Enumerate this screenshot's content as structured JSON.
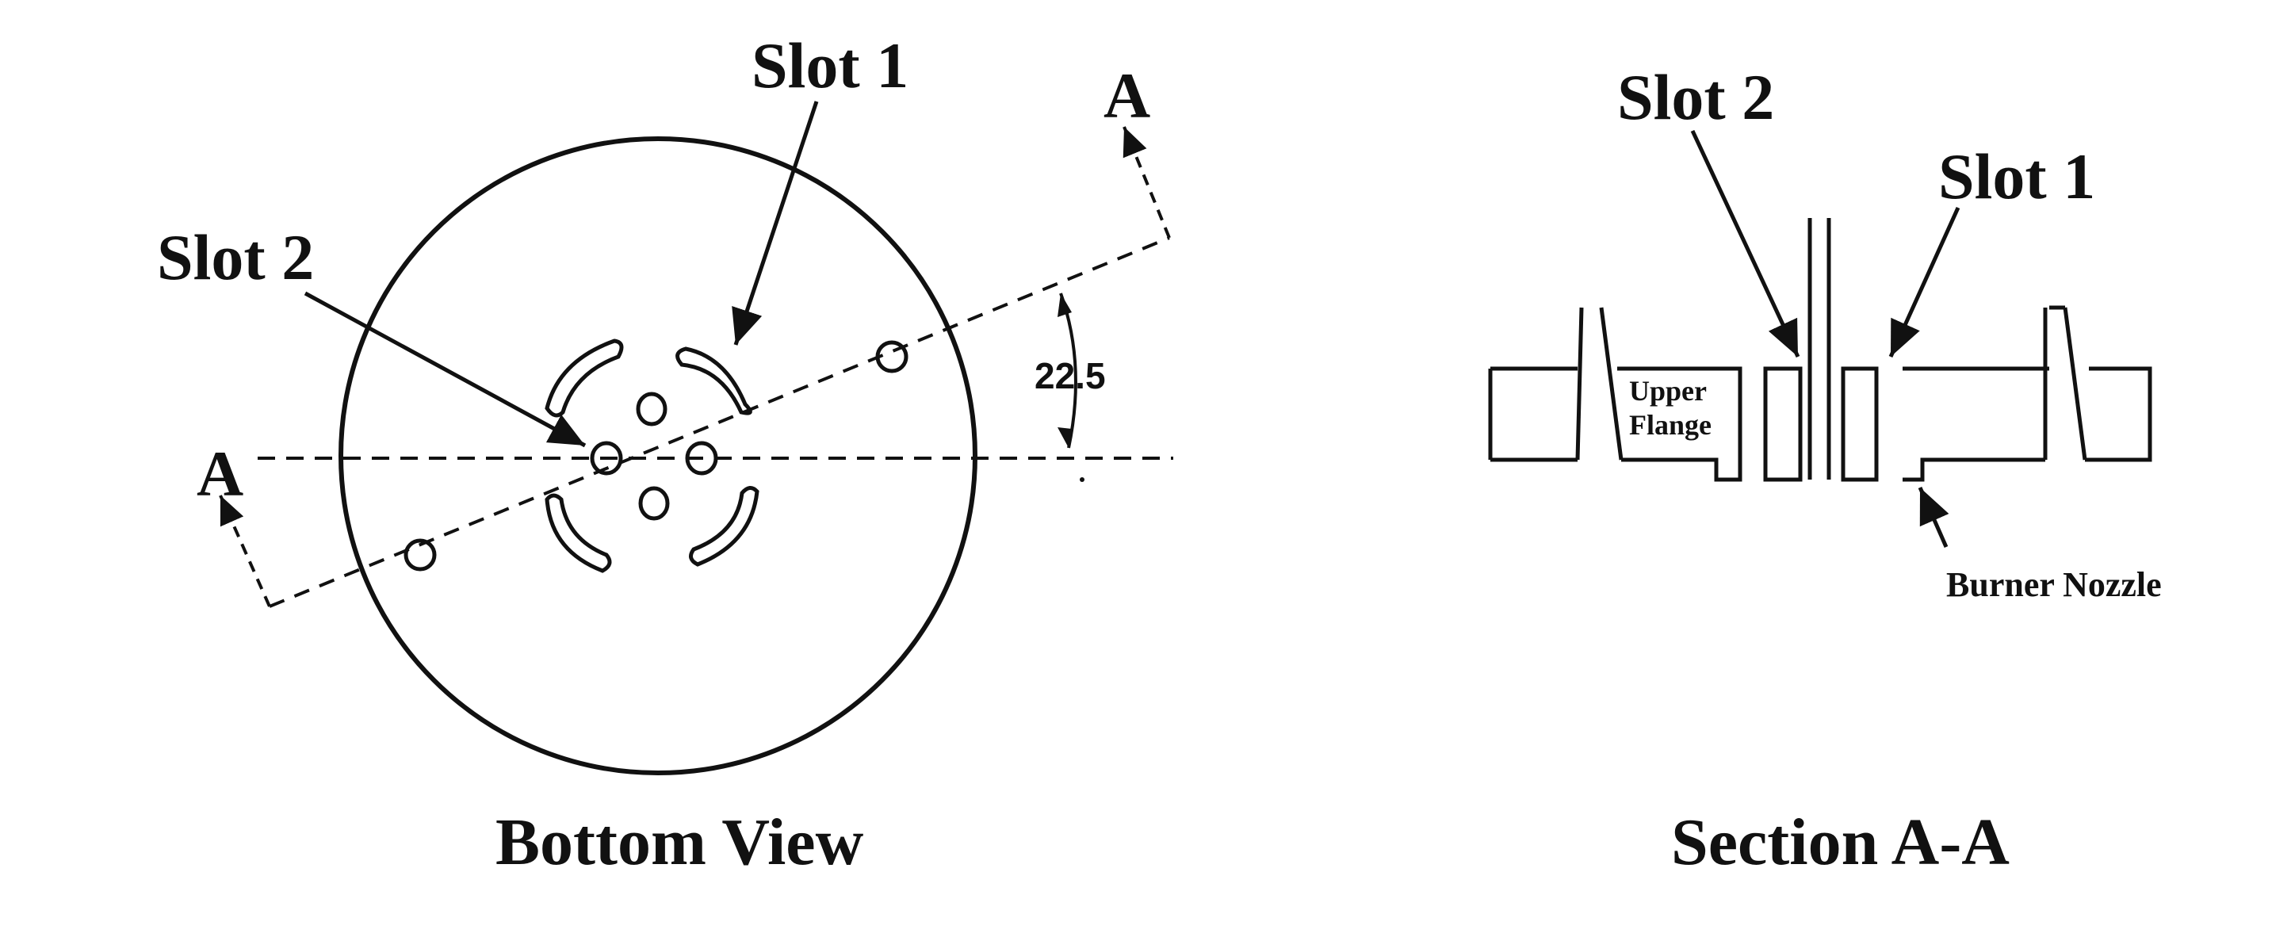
{
  "figure": {
    "bottom_view": {
      "title": "Bottom View",
      "slot1_label": "Slot 1",
      "slot2_label": "Slot 2",
      "section_mark_top": "A",
      "section_mark_left": "A",
      "angle_label": "22.5"
    },
    "section_view": {
      "title": "Section A-A",
      "slot1_label": "Slot 1",
      "slot2_label": "Slot 2",
      "flange_label_line1": "Upper",
      "flange_label_line2": "Flange",
      "nozzle_label": "Burner Nozzle"
    }
  }
}
